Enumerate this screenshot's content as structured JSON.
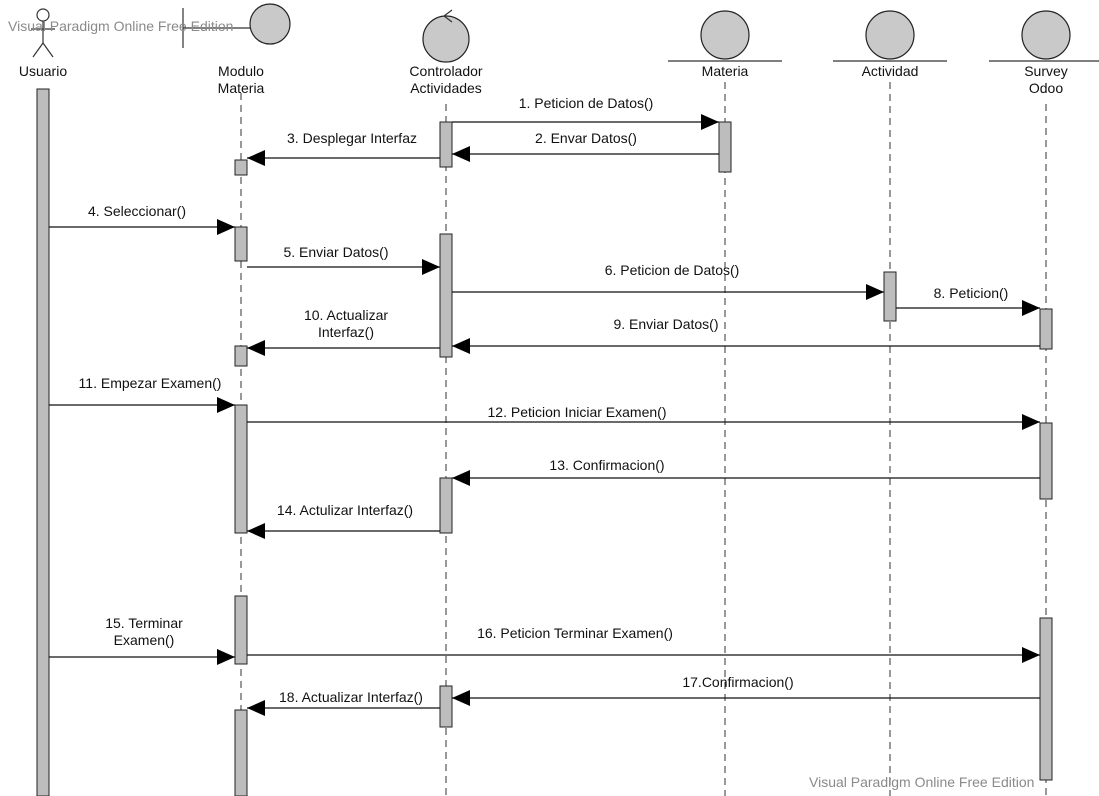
{
  "watermark_top": "Visual Paradigm Online Free Edition",
  "watermark_bottom": "Visual Paradigm Online Free Edition",
  "participants": [
    {
      "id": "usuario",
      "kind": "actor",
      "lines": [
        "Usuario"
      ]
    },
    {
      "id": "modulo",
      "kind": "boundary",
      "lines": [
        "Modulo",
        "Materia"
      ]
    },
    {
      "id": "controlador",
      "kind": "control",
      "lines": [
        "Controlador",
        "Actividades"
      ]
    },
    {
      "id": "materia",
      "kind": "entity",
      "lines": [
        "Materia"
      ]
    },
    {
      "id": "actividad",
      "kind": "entity",
      "lines": [
        "Actividad"
      ]
    },
    {
      "id": "survey",
      "kind": "entity",
      "lines": [
        "Survey",
        "Odoo"
      ]
    }
  ],
  "messages": [
    {
      "lines": [
        "1. Peticion de Datos()"
      ],
      "from": "controlador",
      "to": "materia"
    },
    {
      "lines": [
        "2. Envar Datos()"
      ],
      "from": "materia",
      "to": "controlador"
    },
    {
      "lines": [
        "3. Desplegar Interfaz"
      ],
      "from": "controlador",
      "to": "modulo"
    },
    {
      "lines": [
        "4. Seleccionar()"
      ],
      "from": "usuario",
      "to": "modulo"
    },
    {
      "lines": [
        "5. Enviar Datos()"
      ],
      "from": "modulo",
      "to": "controlador"
    },
    {
      "lines": [
        "6. Peticion de Datos()"
      ],
      "from": "controlador",
      "to": "actividad"
    },
    {
      "lines": [
        "8. Peticion()"
      ],
      "from": "actividad",
      "to": "survey"
    },
    {
      "lines": [
        "9. Enviar Datos()"
      ],
      "from": "survey",
      "to": "controlador"
    },
    {
      "lines": [
        "10. Actualizar",
        "Interfaz()"
      ],
      "from": "controlador",
      "to": "modulo"
    },
    {
      "lines": [
        "11. Empezar Examen()"
      ],
      "from": "usuario",
      "to": "modulo"
    },
    {
      "lines": [
        "12. Peticion Iniciar Examen()"
      ],
      "from": "modulo",
      "to": "survey"
    },
    {
      "lines": [
        "13. Confirmacion()"
      ],
      "from": "survey",
      "to": "controlador"
    },
    {
      "lines": [
        "14. Actulizar Interfaz()"
      ],
      "from": "controlador",
      "to": "modulo"
    },
    {
      "lines": [
        "15. Terminar",
        "Examen()"
      ],
      "from": "usuario",
      "to": "modulo"
    },
    {
      "lines": [
        "16. Peticion Terminar Examen()"
      ],
      "from": "modulo",
      "to": "survey"
    },
    {
      "lines": [
        "17.Confirmacion()"
      ],
      "from": "survey",
      "to": "controlador"
    },
    {
      "lines": [
        "18. Actualizar Interfaz()"
      ],
      "from": "controlador",
      "to": "modulo"
    }
  ]
}
